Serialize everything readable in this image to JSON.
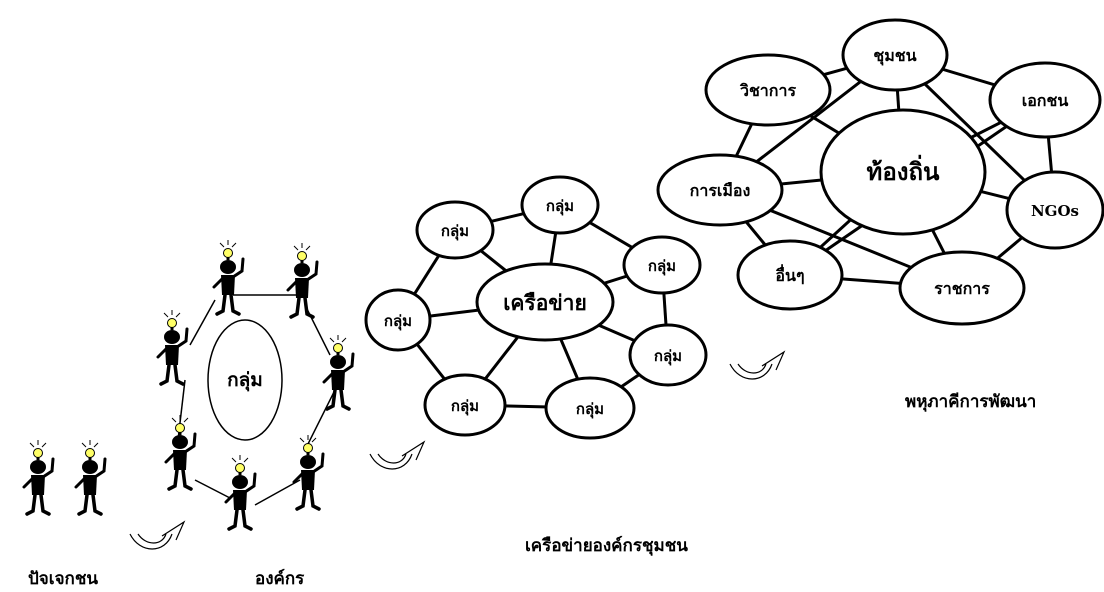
{
  "stages": {
    "individual": {
      "caption": "ปัจเจกชน"
    },
    "organization": {
      "caption": "องค์กร",
      "center_label": "กลุ่ม"
    },
    "network": {
      "caption": "เครือข่ายองค์กรชุมชน",
      "center_label": "เครือข่าย",
      "group_labels": [
        "กลุ่ม",
        "กลุ่ม",
        "กลุ่ม",
        "กลุ่ม",
        "กลุ่ม",
        "กลุ่ม",
        "กลุ่ม"
      ]
    },
    "pluralism": {
      "caption": "พหุภาคีการพัฒนา",
      "center_label": "ท้องถิ่น",
      "partners": [
        "ชุมชน",
        "วิชาการ",
        "เอกชน",
        "การเมือง",
        "NGOs",
        "อื่นๆ",
        "ราชการ"
      ]
    }
  },
  "icons": [
    "person-with-lightbulb-icon",
    "curved-arrow-icon"
  ],
  "colors": {
    "line": "#000000",
    "fill": "#ffffff",
    "bulb": "#ffff66"
  }
}
